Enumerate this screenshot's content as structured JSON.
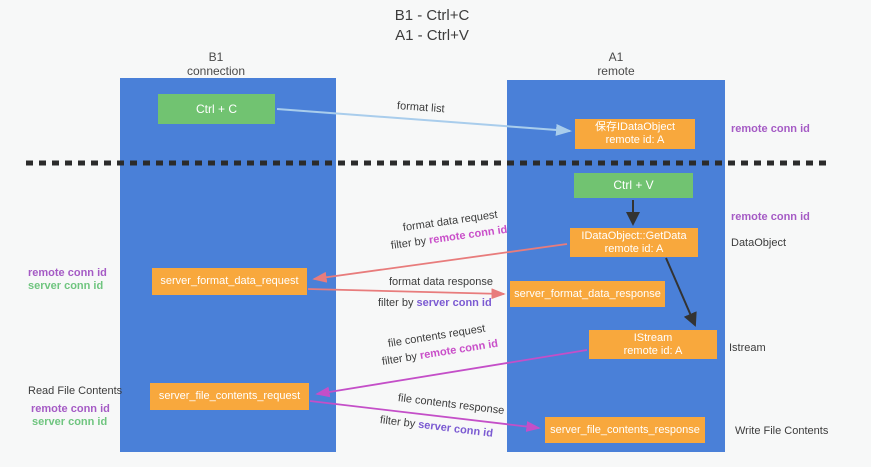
{
  "title": {
    "line1": "B1 - Ctrl+C",
    "line2": "A1 - Ctrl+V"
  },
  "columns": {
    "left": {
      "name": "B1",
      "role": "connection"
    },
    "right": {
      "name": "A1",
      "role": "remote"
    }
  },
  "nodes": {
    "ctrl_c": "Ctrl + C",
    "ctrl_v": "Ctrl + V",
    "save_dataobject": {
      "line1": "保存IDataObject",
      "line2": "remote id: A"
    },
    "getdata": {
      "line1": "IDataObject::GetData",
      "line2": "remote id: A"
    },
    "istream": {
      "line1": "IStream",
      "line2": "remote id: A"
    },
    "format_request": "server_format_data_request",
    "format_response": "server_format_data_response",
    "file_request": "server_file_contents_request",
    "file_response": "server_file_contents_response"
  },
  "edge_labels": {
    "format_list": "format list",
    "format_data_request": "format data request",
    "format_data_response": "format data response",
    "file_contents_request": "file contents request",
    "file_contents_response": "file contents response",
    "filter_by": "filter by ",
    "remote_conn_id": "remote conn id",
    "server_conn_id": "server conn id"
  },
  "side_labels": {
    "remote_conn_id": "remote conn id",
    "server_conn_id": "server conn id",
    "dataobject": "DataObject",
    "istream": "Istream",
    "read_file_contents": "Read File Contents",
    "write_file_contents": "Write File Contents"
  },
  "colors": {
    "lifeline_blue": "#4a80d8",
    "node_green": "#71c371",
    "node_orange": "#f8a83d",
    "arrow_light_blue": "#a9cdec",
    "arrow_red": "#e87c7c",
    "arrow_magenta": "#c44fc8",
    "arrow_black": "#333333",
    "text_dark": "#3c3c3c",
    "remote_conn_purple": "#a55bc5",
    "server_conn_green": "#6fc57f",
    "inline_remote_magenta": "#c94fc9",
    "inline_server_violet": "#7b5ad2",
    "dashed_line": "#2b2b2b",
    "background": "#f7f8f8"
  }
}
